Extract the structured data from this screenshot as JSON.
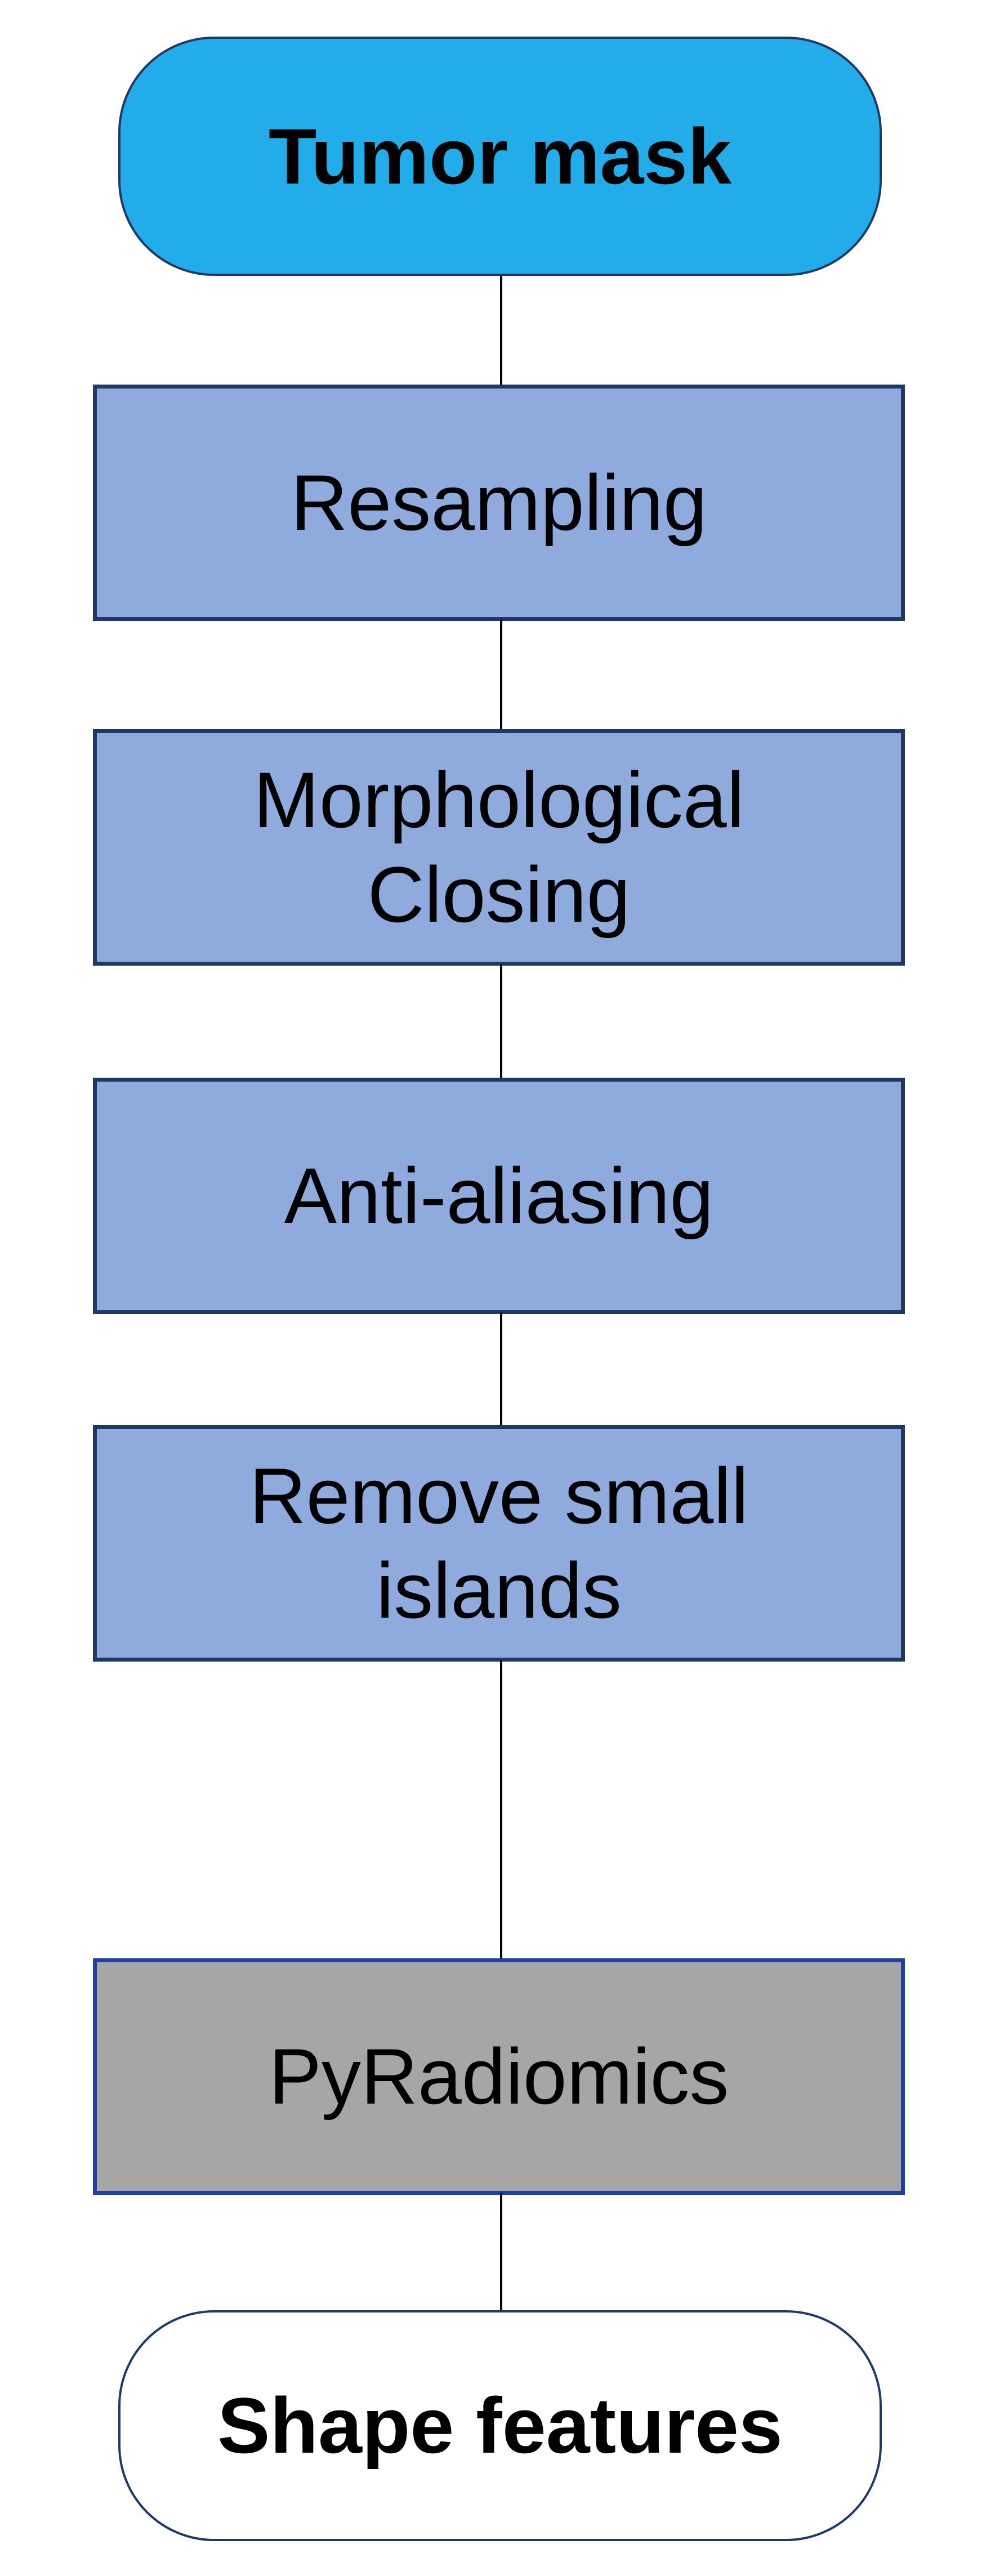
{
  "colors": {
    "terminator_blue": "#22ACEA",
    "process_blue": "#8FAADC",
    "process_gray": "#A6A6A6",
    "terminator_white": "#FFFFFF",
    "border_navy": "#1F3864",
    "border_royal": "#2041A3",
    "connector_black": "#000000",
    "text_black": "#000000",
    "background_white": "#FFFFFF"
  },
  "diagram": {
    "nodes": [
      {
        "id": "tumor-mask",
        "label": "Tumor mask",
        "shape": "terminator",
        "fill": "#22ACEA",
        "border": "#1F3864",
        "bold": true
      },
      {
        "id": "resampling",
        "label": "Resampling",
        "shape": "process",
        "fill": "#8FAADC",
        "border": "#1F3864",
        "bold": false
      },
      {
        "id": "morphological-closing",
        "label": "Morphological\nClosing",
        "shape": "process",
        "fill": "#8FAADC",
        "border": "#1F3864",
        "bold": false
      },
      {
        "id": "anti-aliasing",
        "label": "Anti-aliasing",
        "shape": "process",
        "fill": "#8FAADC",
        "border": "#1F3864",
        "bold": false
      },
      {
        "id": "remove-small-islands",
        "label": "Remove small\nislands",
        "shape": "process",
        "fill": "#8FAADC",
        "border": "#1F3864",
        "bold": false
      },
      {
        "id": "pyradiomics",
        "label": "PyRadiomics",
        "shape": "process",
        "fill": "#A6A6A6",
        "border": "#2041A3",
        "bold": false
      },
      {
        "id": "shape-features",
        "label": "Shape features",
        "shape": "terminator",
        "fill": "#FFFFFF",
        "border": "#1F3864",
        "bold": true
      }
    ],
    "edges": [
      {
        "from": "tumor-mask",
        "to": "resampling"
      },
      {
        "from": "resampling",
        "to": "morphological-closing"
      },
      {
        "from": "morphological-closing",
        "to": "anti-aliasing"
      },
      {
        "from": "anti-aliasing",
        "to": "remove-small-islands"
      },
      {
        "from": "remove-small-islands",
        "to": "pyradiomics"
      },
      {
        "from": "pyradiomics",
        "to": "shape-features"
      }
    ]
  }
}
